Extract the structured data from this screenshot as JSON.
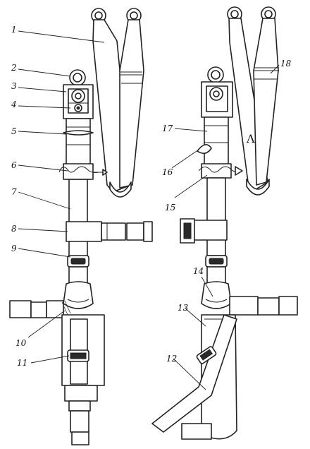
{
  "callouts": [
    {
      "id": "c1",
      "text": "1"
    },
    {
      "id": "c2",
      "text": "2"
    },
    {
      "id": "c3",
      "text": "3"
    },
    {
      "id": "c4",
      "text": "4"
    },
    {
      "id": "c5",
      "text": "5"
    },
    {
      "id": "c6",
      "text": "6"
    },
    {
      "id": "c7",
      "text": "7"
    },
    {
      "id": "c8",
      "text": "8"
    },
    {
      "id": "c9",
      "text": "9"
    },
    {
      "id": "c10",
      "text": "10"
    },
    {
      "id": "c11",
      "text": "11"
    },
    {
      "id": "c12",
      "text": "12"
    },
    {
      "id": "c13",
      "text": "13"
    },
    {
      "id": "c14",
      "text": "14"
    },
    {
      "id": "c15",
      "text": "15"
    },
    {
      "id": "c16",
      "text": "16"
    },
    {
      "id": "c17",
      "text": "17"
    },
    {
      "id": "c18",
      "text": "18"
    }
  ],
  "strap_mark": "Λ",
  "colors": {
    "ink": "#222222",
    "paper": "#ffffff"
  }
}
